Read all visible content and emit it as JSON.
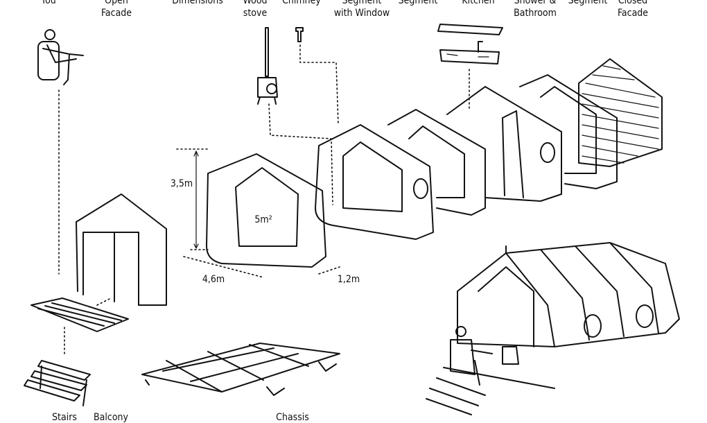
{
  "top_labels": [
    {
      "line1": "You",
      "line2": ""
    },
    {
      "line1": "Open",
      "line2": "Facade"
    },
    {
      "line1": "Dimensions",
      "line2": ""
    },
    {
      "line1": "Wood",
      "line2": "stove"
    },
    {
      "line1": "Chimney",
      "line2": ""
    },
    {
      "line1": "Segment",
      "line2": "with Window"
    },
    {
      "line1": "Segment",
      "line2": ""
    },
    {
      "line1": "Kitchen",
      "line2": ""
    },
    {
      "line1": "Shower &",
      "line2": "Bathroom"
    },
    {
      "line1": "Segment",
      "line2": ""
    },
    {
      "line1": "Closed",
      "line2": "Facade"
    }
  ],
  "dimensions": {
    "height": "3,5m",
    "area": "5m²",
    "width": "4,6m",
    "depth": "1,2m"
  },
  "bottom_labels": {
    "stairs": "Stairs",
    "balcony": "Balcony",
    "chassis": "Chassis"
  }
}
